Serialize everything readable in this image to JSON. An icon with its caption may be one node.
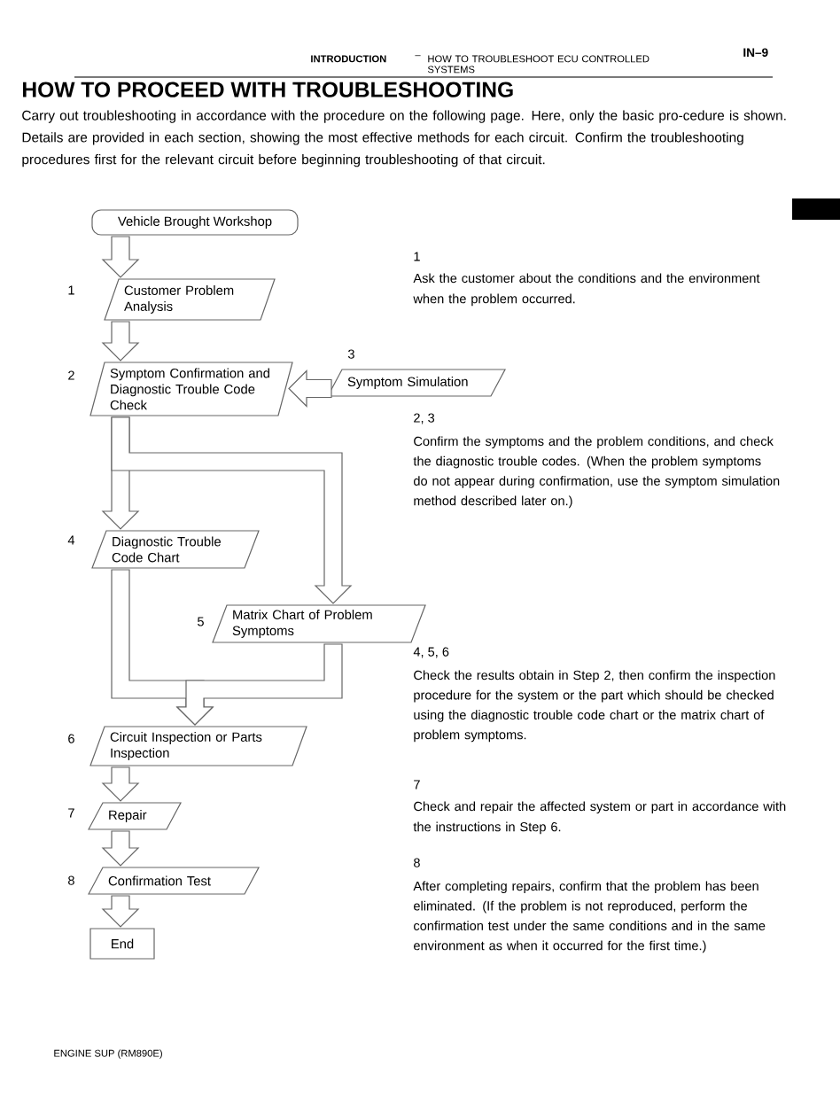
{
  "diagram": {
    "title": "HOW TO PROCEED WITH TROUBLESHOOTING",
    "nodes": [
      {
        "text": [
          "Vehicle Brought Workshop"
        ]
      },
      {
        "text": [
          "Customer Problem Analysis"
        ],
        "beside": [
          "1"
        ]
      },
      {
        "text": [
          "Symptom Confirmation and Diagnostic Trouble Code Check"
        ],
        "beside": [
          "2"
        ]
      },
      {
        "text": [
          "Symptom Simulation"
        ],
        "beside": [
          "3"
        ]
      },
      {
        "text": [
          "Diagnostic Trouble Code Chart"
        ],
        "beside": [
          "4"
        ]
      },
      {
        "text": [
          "Matrix Chart of Problem Symptoms"
        ],
        "beside": [
          "5"
        ]
      },
      {
        "text": [
          "Circuit Inspection or Parts Inspection"
        ],
        "beside": [
          "6"
        ]
      },
      {
        "text": [
          "Repair"
        ],
        "beside": [
          "7"
        ]
      },
      {
        "text": [
          "Confirmation Test"
        ],
        "beside": [
          "8"
        ]
      },
      {
        "text": [
          "End"
        ]
      }
    ],
    "edges": [
      {
        "from": 0,
        "to": 1,
        "arrow": "to"
      },
      {
        "from": 1,
        "to": 2,
        "arrow": "to"
      },
      {
        "from": 3,
        "to": 2,
        "arrow": "to"
      },
      {
        "from": 2,
        "to": 4,
        "arrow": "to"
      },
      {
        "from": 2,
        "to": 5,
        "arrow": "to"
      },
      {
        "from": 4,
        "to": 6,
        "arrow": "to"
      },
      {
        "from": 5,
        "to": 6,
        "arrow": "to"
      },
      {
        "from": 6,
        "to": 7,
        "arrow": "to"
      },
      {
        "from": 7,
        "to": 8,
        "arrow": "to"
      },
      {
        "from": 8,
        "to": 9,
        "arrow": "to"
      }
    ],
    "labels": [
      "INTRODUCTION",
      "–",
      "HOW TO TROUBLESHOOT ECU CONTROLLED SYSTEMS",
      "IN–9",
      "Carry out troubleshooting in accordance with the procedure on the following page. Here, only the basic pro-cedure is shown. Details are provided in each section, showing the most effective methods for each circuit. Confirm the troubleshooting procedures first for the relevant circuit before beginning troubleshooting of that circuit.",
      "1",
      "Ask the customer about the conditions and the environment when the problem occurred.",
      "2, 3",
      "Confirm the symptoms and the problem conditions, and check the diagnostic trouble codes. (When the problem symptoms do not appear during confirmation, use the symptom simulation method described later on.)",
      "4, 5, 6",
      "Check the results obtain in Step 2, then confirm the inspection procedure for the system or the part which should be checked using the diagnostic trouble code chart or the matrix chart of problem symptoms.",
      "7",
      "Check and repair the affected system or part in accordance with the instructions in Step 6.",
      "8",
      "After completing repairs, confirm that the problem has been eliminated. (If the problem is not reproduced, perform the confirmation test under the same conditions and in the same environment as when it occurred for the first time.)",
      "ENGINE SUP (RM890E)"
    ]
  }
}
